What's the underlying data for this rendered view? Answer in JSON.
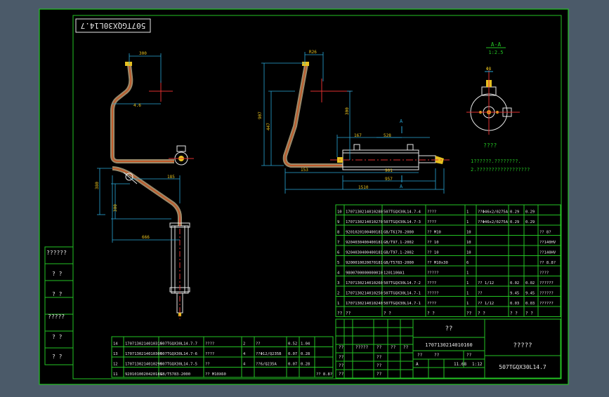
{
  "drawing": {
    "title_stamp": "507TGQX30L14.7",
    "section_label": "A-A",
    "section_scale": "1:2.5",
    "section_marker": "A",
    "notes_heading": "????",
    "notes_line1": "1??????.????????.",
    "notes_line2": "2.??????????????????"
  },
  "dimensions": {
    "left_top": "300",
    "left_side": "4.6",
    "left_lower_top": "185",
    "left_lower_v": "300",
    "left_height": "380",
    "left_bottom": "666",
    "mid_top": "R26",
    "mid_v1": "907",
    "mid_v2": "447",
    "mid_v3": "300",
    "mid_h1": "167",
    "mid_h2": "528",
    "mid_h3": "153",
    "mid_h4": "901",
    "mid_h5": "957",
    "mid_h6": "1510",
    "sec_dim": "Φ8"
  },
  "side_labels": [
    "??????",
    "? ?",
    "? ?",
    "?????",
    "? ?",
    "? ?"
  ],
  "parts_right": [
    {
      "no": "10",
      "code": "1707130214010280",
      "name": "507TGQX30L14.7-4",
      "desc": "????",
      "qty": "1",
      "mat": "??Φ46x2/0275A",
      "w1": "0.29",
      "w2": "0.29",
      "note": ""
    },
    {
      "no": "9",
      "code": "1707130214010270",
      "name": "507TGQX30L14.7-3",
      "desc": "????",
      "qty": "1",
      "mat": "??Φ46x2/0275A",
      "w1": "0.29",
      "w2": "0.29",
      "note": ""
    },
    {
      "no": "8",
      "code": "9201020100400181",
      "name": "GB/T6170-2000",
      "desc": "?? M10",
      "qty": "10",
      "mat": "",
      "w1": "",
      "w2": "",
      "note": "?? 8?"
    },
    {
      "no": "7",
      "code": "9204030400400181",
      "name": "GB/T97.1-2002",
      "desc": "?? 10",
      "qty": "10",
      "mat": "",
      "w1": "",
      "w2": "",
      "note": "??140HV"
    },
    {
      "no": "6",
      "code": "9204030400400181",
      "name": "GB/T97.1-2002",
      "desc": "?? 10",
      "qty": "10",
      "mat": "",
      "w1": "",
      "w2": "",
      "note": "??140HV"
    },
    {
      "no": "5",
      "code": "9200010020070181",
      "name": "GB/T5783-2000",
      "desc": "?? M10x30",
      "qty": "6",
      "mat": "",
      "w1": "",
      "w2": "",
      "note": "?? 8.8?"
    },
    {
      "no": "4",
      "code": "9800700000000010",
      "name": "1201100A1",
      "desc": "?????",
      "qty": "1",
      "mat": "",
      "w1": "",
      "w2": "",
      "note": "????"
    },
    {
      "no": "3",
      "code": "1707130214010260",
      "name": "507TGQX30L14.7-2",
      "desc": "????",
      "qty": "1",
      "mat": "?? 1/12",
      "w1": "0.02",
      "w2": "0.02",
      "note": "??????"
    },
    {
      "no": "2",
      "code": "1707130214010250",
      "name": "507TGQX30L14.7-1",
      "desc": "?????",
      "qty": "1",
      "mat": "??",
      "w1": "9.45",
      "w2": "9.45",
      "note": "??????"
    },
    {
      "no": "1",
      "code": "1707130214010240",
      "name": "507TGQX30L14.7-1",
      "desc": "????",
      "qty": "1",
      "mat": "?? 1/12",
      "w1": "0.03",
      "w2": "0.03",
      "note": "??????"
    }
  ],
  "parts_right_header": [
    "??",
    "??",
    "? ?",
    "? ?",
    "??",
    "? ?",
    "? ?",
    "? ?"
  ],
  "parts_left": [
    {
      "no": "14",
      "code": "1707130214010310",
      "name": "507TGQX30L14.7-7",
      "desc": "????",
      "qty": "2",
      "mat": "??",
      "w1": "0.52",
      "w2": "1.04",
      "note": ""
    },
    {
      "no": "13",
      "code": "1707130214010300",
      "name": "507TGQX30L14.7-6",
      "desc": "????",
      "qty": "4",
      "mat": "??Φ12/Q235B",
      "w1": "0.07",
      "w2": "0.28",
      "note": ""
    },
    {
      "no": "12",
      "code": "1707130214010290",
      "name": "507TGQX30L14.7-5",
      "desc": "??",
      "qty": "4",
      "mat": "??6/Q235A",
      "w1": "0.07",
      "w2": "0.28",
      "note": ""
    },
    {
      "no": "11",
      "code": "9201010020420181",
      "name": "GB/T5783-2000",
      "desc": "?? M10X60",
      "qty": "",
      "mat": "",
      "w1": "",
      "w2": "",
      "note": "?? 8.8?"
    }
  ],
  "title_block": {
    "name": "??",
    "code": "1707130214010160",
    "product": "?????",
    "drawing_no": "507TGQX30L14.7",
    "stage": "A",
    "weight": "11.68",
    "scale": "1:12",
    "row_labels": [
      "??",
      "??",
      "??",
      "??",
      "??",
      "??",
      "??",
      "??"
    ],
    "row_labels2": [
      "?????",
      "??",
      "??",
      "??",
      "??",
      "??"
    ]
  }
}
